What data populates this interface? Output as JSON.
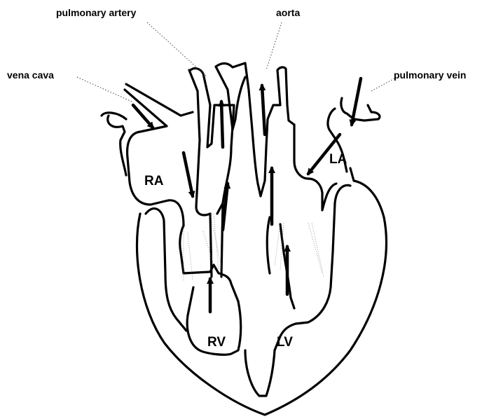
{
  "labels": {
    "pulmonary_artery": "pulmonary artery",
    "aorta": "aorta",
    "vena_cava": "vena cava",
    "pulmonary_vein": "pulmonary vein",
    "ra": "RA",
    "la": "LA",
    "rv": "RV",
    "lv": "LV"
  },
  "colors": {
    "ink": "#000000",
    "background": "#ffffff"
  }
}
